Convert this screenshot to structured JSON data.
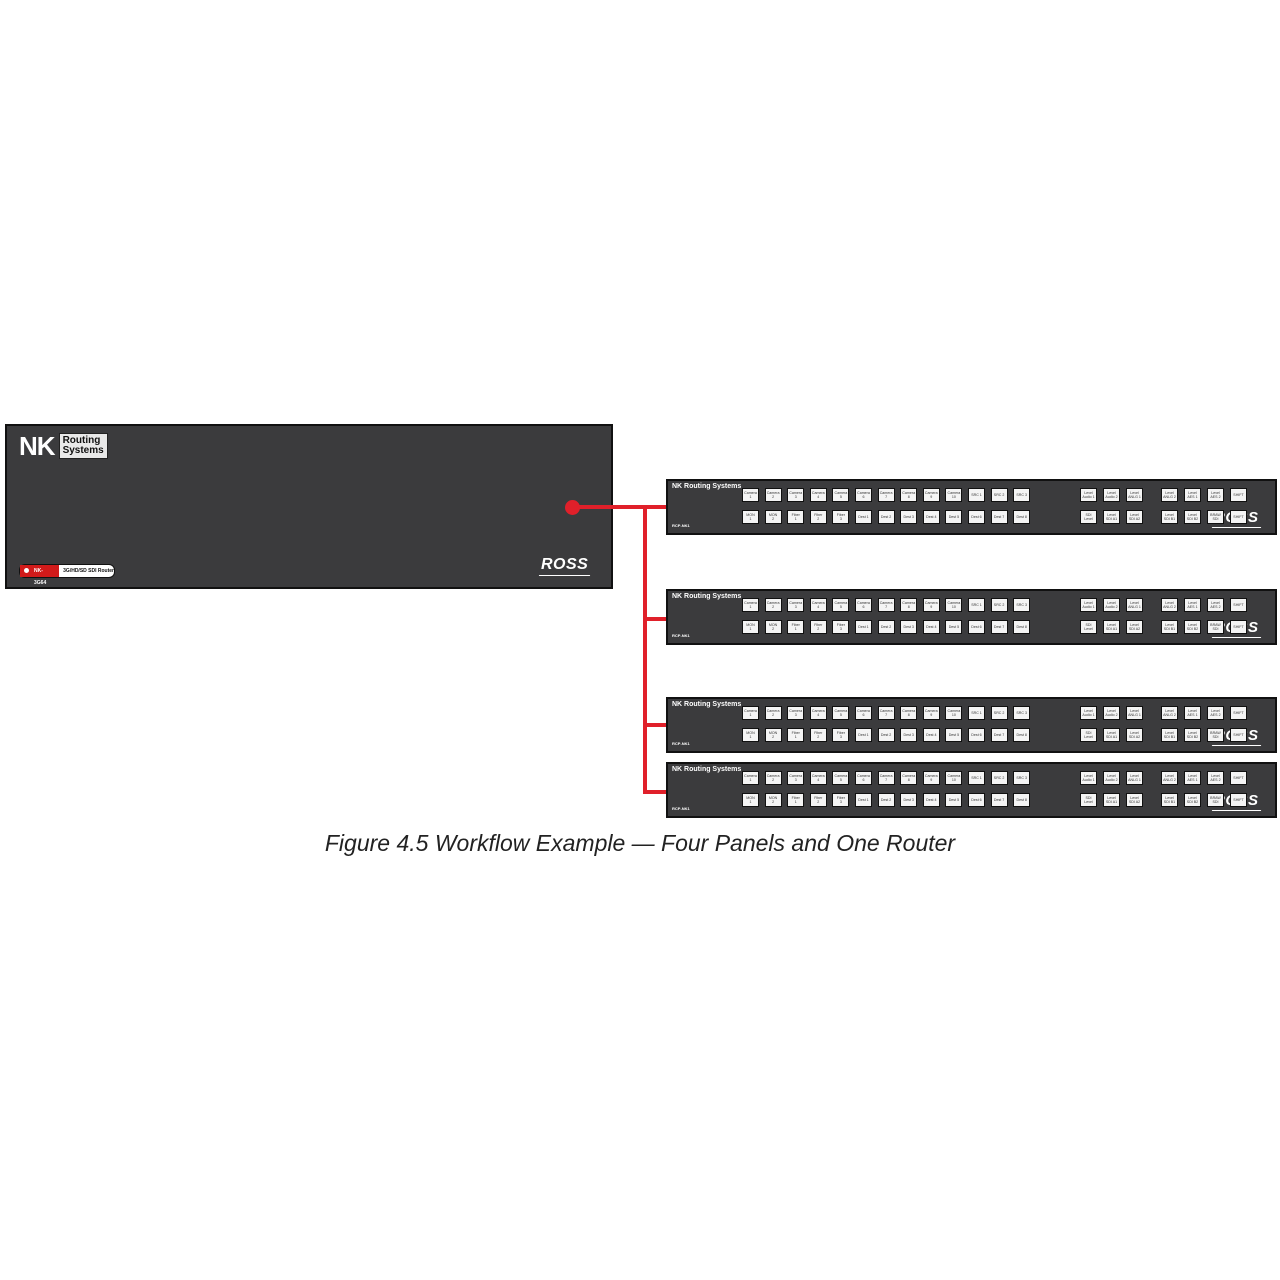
{
  "router": {
    "brand_letters": "NK",
    "brand_word1": "Routing",
    "brand_word2": "Systems",
    "model_id": "NK-3G64",
    "model_desc": "3G/HD/SD SDI Router",
    "maker": "ROSS"
  },
  "panel": {
    "title": "NK Routing Systems",
    "model": "RCP-NK1",
    "maker": "ROSS",
    "top_keys": [
      [
        "Camera",
        "1"
      ],
      [
        "Camera",
        "2"
      ],
      [
        "Camera",
        "3"
      ],
      [
        "Camera",
        "4"
      ],
      [
        "Camera",
        "5"
      ],
      [
        "Camera",
        "6"
      ],
      [
        "Camera",
        "7"
      ],
      [
        "Camera",
        "8"
      ],
      [
        "Camera",
        "9"
      ],
      [
        "Camera",
        "10"
      ],
      [
        "SRC 1",
        ""
      ],
      [
        "SRC 2",
        ""
      ],
      [
        "SRC 3",
        ""
      ],
      [
        "Level",
        "Audio 1"
      ],
      [
        "Level",
        "Audio 2"
      ],
      [
        "Level",
        "ANLG 1"
      ],
      [
        "Level",
        "ANLG 2"
      ],
      [
        "Level",
        "AES 1"
      ],
      [
        "Level",
        "AES 2"
      ],
      [
        "SHIFT",
        ""
      ]
    ],
    "bottom_keys": [
      [
        "MON",
        "1"
      ],
      [
        "MON",
        "2"
      ],
      [
        "Fiber",
        "1"
      ],
      [
        "Fiber",
        "2"
      ],
      [
        "Fiber",
        "3"
      ],
      [
        "Dest 1",
        ""
      ],
      [
        "Dest 2",
        ""
      ],
      [
        "Dest 3",
        ""
      ],
      [
        "Dest 4",
        ""
      ],
      [
        "Dest 5",
        ""
      ],
      [
        "Dest 6",
        ""
      ],
      [
        "Dest 7",
        ""
      ],
      [
        "Dest 8",
        ""
      ],
      [
        "SDI",
        "Level"
      ],
      [
        "Level",
        "SDI A1"
      ],
      [
        "Level",
        "SDI A2"
      ],
      [
        "Level",
        "SDI B1"
      ],
      [
        "Level",
        "SDI B2"
      ],
      [
        "BRAW",
        "SDI"
      ],
      [
        "SHIFT",
        ""
      ]
    ]
  },
  "colors": {
    "cable": "#e0202a",
    "chassis": "#3b3b3d"
  },
  "caption": "Figure 4.5  Workflow Example — Four Panels and One Router"
}
